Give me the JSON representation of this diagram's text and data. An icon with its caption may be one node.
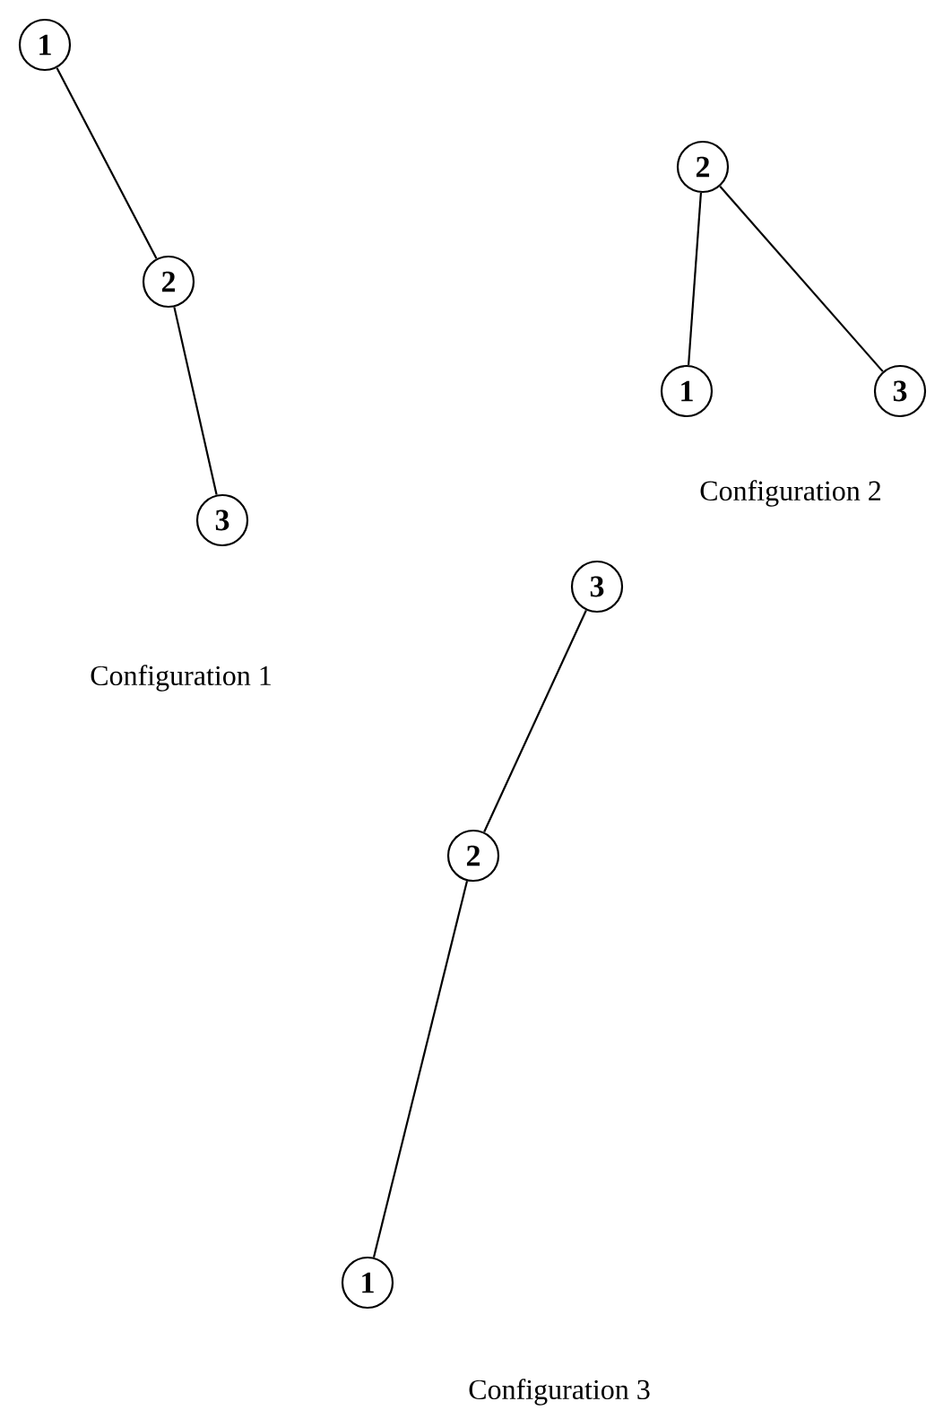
{
  "diagram": {
    "nodes": [
      {
        "text": [
          "1"
        ]
      },
      {
        "text": [
          "2"
        ]
      },
      {
        "text": [
          "3"
        ]
      },
      {
        "text": [
          "2"
        ]
      },
      {
        "text": [
          "1"
        ]
      },
      {
        "text": [
          "3"
        ]
      },
      {
        "text": [
          "3"
        ]
      },
      {
        "text": [
          "2"
        ]
      },
      {
        "text": [
          "1"
        ]
      }
    ],
    "edges": [
      {
        "from": 0,
        "to": 1,
        "arrow": "none"
      },
      {
        "from": 1,
        "to": 2,
        "arrow": "none"
      },
      {
        "from": 3,
        "to": 4,
        "arrow": "none"
      },
      {
        "from": 3,
        "to": 5,
        "arrow": "none"
      },
      {
        "from": 6,
        "to": 7,
        "arrow": "none"
      },
      {
        "from": 7,
        "to": 8,
        "arrow": "none"
      }
    ],
    "labels": [
      "Configuration 2",
      "Configuration 1",
      "Configuration 3"
    ]
  }
}
